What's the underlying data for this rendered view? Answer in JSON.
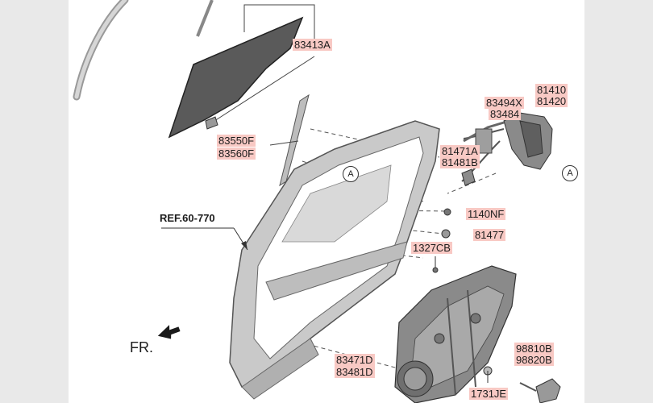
{
  "parts": {
    "p83413A": "83413A",
    "p83550F": "83550F",
    "p83560F": "83560F",
    "p83494X": "83494X",
    "p83484": "83484",
    "p81410": "81410",
    "p81420": "81420",
    "p81471A": "81471A",
    "p81481B": "81481B",
    "p1140NF": "1140NF",
    "p81477": "81477",
    "p1327CB": "1327CB",
    "p83471D": "83471D",
    "p83481D": "83481D",
    "p98810B": "98810B",
    "p98820B": "98820B",
    "p1731JE": "1731JE"
  },
  "ref_label": "REF.60-770",
  "fr_label": "FR.",
  "markers": {
    "a1": "A",
    "a2": "A"
  }
}
